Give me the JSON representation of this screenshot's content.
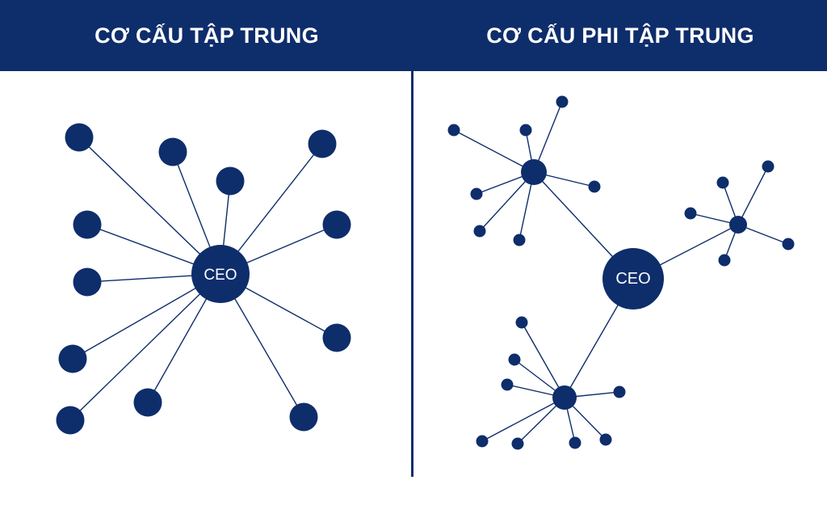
{
  "colors": {
    "header_bg": "#0e2d6b",
    "node": "#0e2d6b",
    "edge": "#0e2d6b",
    "divider": "#0e2d6b",
    "label": "#ffffff"
  },
  "left_panel": {
    "title": "CƠ CẤU TẬP TRUNG",
    "hub_label": "CEO"
  },
  "right_panel": {
    "title": "CƠ CẤU PHI TẬP TRUNG",
    "hub_label": "CEO"
  }
}
